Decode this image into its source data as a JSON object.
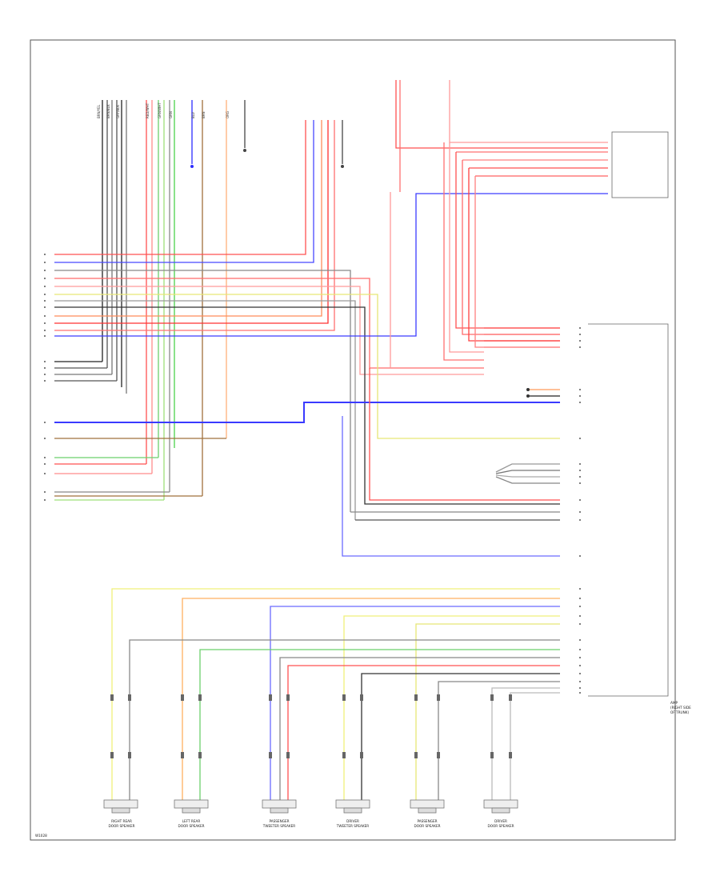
{
  "diagram": {
    "reference_code": "W1028",
    "right_module_label": [
      "AMP",
      "(RIGHT SIDE",
      "OF TRUNK)"
    ],
    "speakers": [
      {
        "label": [
          "RIGHT REAR",
          "DOOR SPEAKER"
        ]
      },
      {
        "label": [
          "LEFT REAR",
          "DOOR SPEAKER"
        ]
      },
      {
        "label": [
          "PASSENGER",
          "TWEETER SPEAKER"
        ]
      },
      {
        "label": [
          "DRIVER",
          "TWEETER SPEAKER"
        ]
      },
      {
        "label": [
          "PASSENGER",
          "DOOR SPEAKER"
        ]
      },
      {
        "label": [
          "DRIVER",
          "DOOR SPEAKER"
        ]
      }
    ]
  }
}
